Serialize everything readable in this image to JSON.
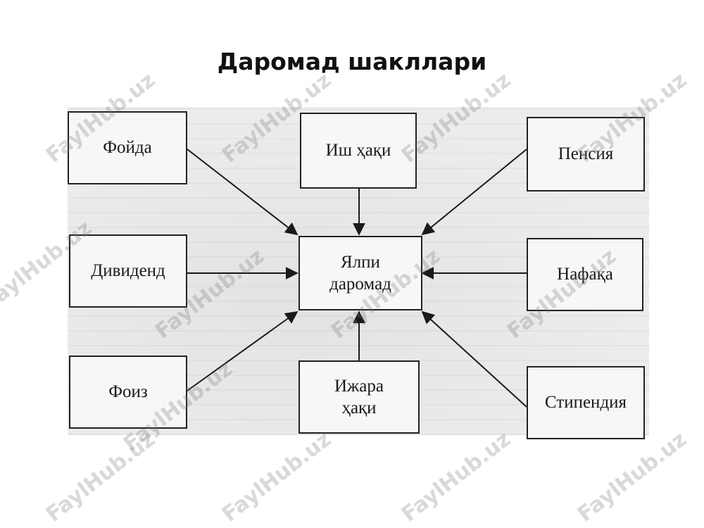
{
  "title": "Даромад шакллари",
  "center": {
    "line1": "Ялпи",
    "line2": "даромад"
  },
  "sources": {
    "profit": "Фойда",
    "wage": "Иш ҳақи",
    "pension": "Пенсия",
    "dividend": "Дивиденд",
    "alimony": "Нафақа",
    "interest": "Фоиз",
    "rent_line1": "Ижара",
    "rent_line2": "ҳақи",
    "stipend": "Стипендия"
  },
  "watermark": "FaylHub.uz"
}
